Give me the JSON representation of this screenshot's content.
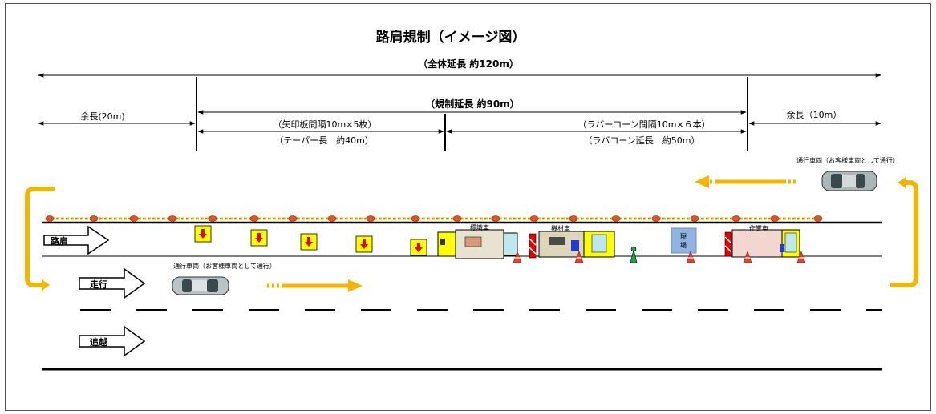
{
  "title": "路肩規制（イメージ図）",
  "dimensions": {
    "total": "（全体延長 約120m）",
    "regulated": "（規制延長 約90m）",
    "margin_left": "余長(20m)",
    "margin_right": "余長（10m）",
    "arrow_board_spacing": "（矢印板間隔10m×5枚）",
    "taper_length": "（テーパー長　約40m）",
    "cone_spacing": "（ラバーコーン間隔10m×６本）",
    "cone_length": "（ラバコーン延長　約50m）"
  },
  "lanes": {
    "shoulder": "路肩",
    "driving": "走行",
    "passing": "追越"
  },
  "vehicles": {
    "sign_truck": "標識車",
    "material_truck": "機材車",
    "work_truck": "作業車",
    "passing_vehicle_upper": "通行車両（お客様車両として通行）",
    "passing_vehicle_lower": "通行車両（お客様車両として通行）"
  },
  "site_board": "現\n場",
  "colors": {
    "traffic_arrow": "#f5b400",
    "arrow_board": "#ffff00",
    "arrow_board_arrow": "#e60000",
    "cone": "#e8412a",
    "site_board": "#8fb4e3"
  }
}
